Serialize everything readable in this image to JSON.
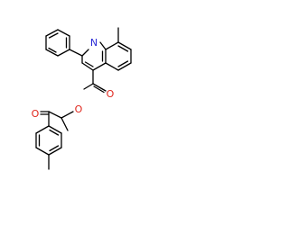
{
  "molecule": {
    "atoms": {
      "ring_nitrogen": "N",
      "ester_oxygen": "O",
      "carbonyl_oxygen_ester": "O",
      "carbonyl_oxygen_ketone": "O"
    },
    "colors": {
      "bond": "#000000",
      "nitrogen": "#2b2bd6",
      "oxygen": "#e0261c"
    }
  }
}
